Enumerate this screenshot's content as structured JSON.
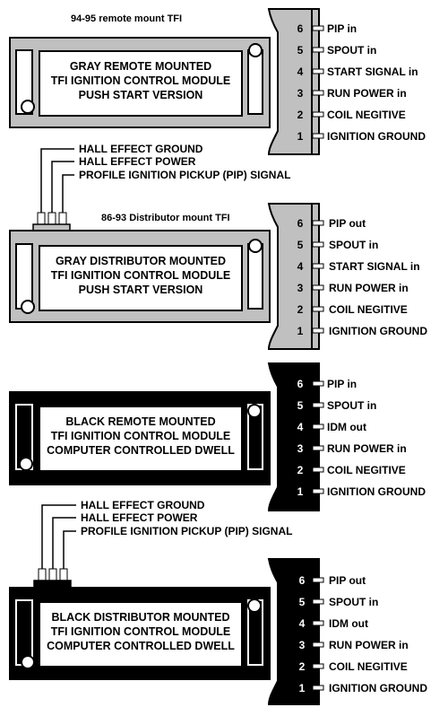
{
  "colors": {
    "gray_body": "#c0c0c0",
    "black_body": "#000000",
    "outline": "#000000",
    "label_panel": "#ffffff"
  },
  "modules": [
    {
      "header": "94-95 remote mount TFI",
      "body_color": "gray",
      "title_lines": [
        "GRAY REMOTE MOUNTED",
        "TFI IGNITION CONTROL MODULE",
        "PUSH START VERSION"
      ],
      "wire_labels": [],
      "pins": [
        {
          "number": "6",
          "name": "PIP in"
        },
        {
          "number": "5",
          "name": "SPOUT in"
        },
        {
          "number": "4",
          "name": "START SIGNAL in"
        },
        {
          "number": "3",
          "name": "RUN POWER in"
        },
        {
          "number": "2",
          "name": "COIL NEGITIVE"
        },
        {
          "number": "1",
          "name": "IGNITION GROUND"
        }
      ]
    },
    {
      "header": "86-93 Distributor mount TFI",
      "body_color": "gray",
      "title_lines": [
        "GRAY DISTRIBUTOR MOUNTED",
        "TFI IGNITION CONTROL MODULE",
        "PUSH START VERSION"
      ],
      "wire_labels": [
        "HALL EFFECT GROUND",
        "HALL EFFECT POWER",
        "PROFILE IGNITION PICKUP (PIP) SIGNAL"
      ],
      "pins": [
        {
          "number": "6",
          "name": "PIP out"
        },
        {
          "number": "5",
          "name": "SPOUT in"
        },
        {
          "number": "4",
          "name": "START SIGNAL in"
        },
        {
          "number": "3",
          "name": "RUN POWER in"
        },
        {
          "number": "2",
          "name": "COIL NEGITIVE"
        },
        {
          "number": "1",
          "name": "IGNITION GROUND"
        }
      ]
    },
    {
      "header": "",
      "body_color": "black",
      "title_lines": [
        "BLACK REMOTE MOUNTED",
        "TFI IGNITION CONTROL MODULE",
        "COMPUTER CONTROLLED DWELL"
      ],
      "wire_labels": [],
      "pins": [
        {
          "number": "6",
          "name": "PIP in"
        },
        {
          "number": "5",
          "name": "SPOUT in"
        },
        {
          "number": "4",
          "name": "IDM out"
        },
        {
          "number": "3",
          "name": "RUN POWER in"
        },
        {
          "number": "2",
          "name": "COIL NEGITIVE"
        },
        {
          "number": "1",
          "name": "IGNITION GROUND"
        }
      ]
    },
    {
      "header": "",
      "body_color": "black",
      "title_lines": [
        "BLACK DISTRIBUTOR MOUNTED",
        "TFI IGNITION CONTROL MODULE",
        "COMPUTER CONTROLLED DWELL"
      ],
      "wire_labels": [
        "HALL EFFECT GROUND",
        "HALL EFFECT POWER",
        "PROFILE IGNITION PICKUP (PIP) SIGNAL"
      ],
      "pins": [
        {
          "number": "6",
          "name": "PIP out"
        },
        {
          "number": "5",
          "name": "SPOUT in"
        },
        {
          "number": "4",
          "name": "IDM out"
        },
        {
          "number": "3",
          "name": "RUN POWER in"
        },
        {
          "number": "2",
          "name": "COIL NEGITIVE"
        },
        {
          "number": "1",
          "name": "IGNITION GROUND"
        }
      ]
    }
  ]
}
